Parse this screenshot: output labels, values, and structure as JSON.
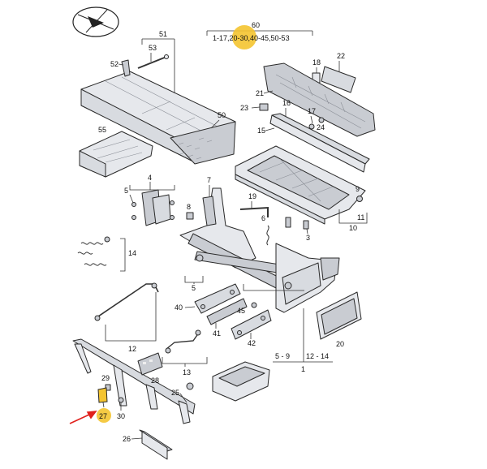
{
  "labels": {
    "l60": "60",
    "l_top_range": "1-17,20-30,40-45,50-53",
    "l51": "51",
    "l53": "53",
    "l52": "52",
    "l50": "50",
    "l55": "55",
    "l18": "18",
    "l22": "22",
    "l21": "21",
    "l23": "23",
    "l16": "16",
    "l17": "17",
    "l24": "24",
    "l15": "15",
    "l4": "4",
    "l5": "5",
    "l8": "8",
    "l7": "7",
    "l19": "19",
    "l3": "3",
    "l6": "6",
    "l9": "9",
    "l11": "11",
    "l10": "10",
    "l14": "14",
    "l5b": "5",
    "l40": "40",
    "l45": "45",
    "l41": "41",
    "l42": "42",
    "l20": "20",
    "l12": "12",
    "l13": "13",
    "l5_9": "5 - 9",
    "l12_14": "12 - 14",
    "l1": "1",
    "l29": "29",
    "l28": "28",
    "l25": "25",
    "l27": "27",
    "l30": "30",
    "l26": "26"
  },
  "highlight_color": "#f4c430",
  "arrow_color": "#e0201c",
  "logo_icon": "compass-logo-icon"
}
